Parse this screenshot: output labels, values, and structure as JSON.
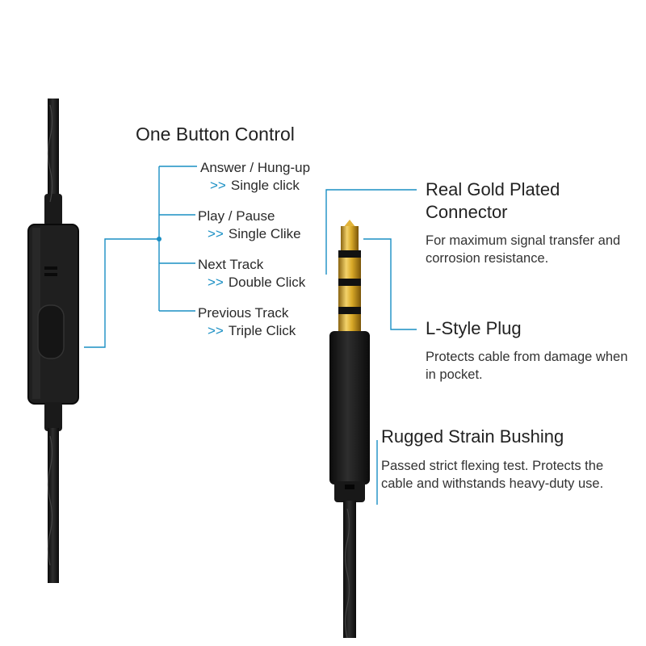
{
  "colors": {
    "leader_line": "#1a8fc4",
    "cable": "#1c1c1c",
    "gold": "#d9a928",
    "text": "#2a2a2a"
  },
  "one_button": {
    "title": "One Button Control",
    "arrow": ">>",
    "items": [
      {
        "action": "Answer / Hung-up",
        "click": "Single click"
      },
      {
        "action": "Play / Pause",
        "click": "Single Clike"
      },
      {
        "action": "Next Track",
        "click": "Double Click"
      },
      {
        "action": "Previous Track",
        "click": "Triple Click"
      }
    ]
  },
  "features": [
    {
      "title_line1": "Real Gold Plated",
      "title_line2": "Connector",
      "desc": "For maximum signal transfer and corrosion resistance."
    },
    {
      "title_line1": "L-Style Plug",
      "title_line2": "",
      "desc": "Protects cable from damage when in pocket."
    },
    {
      "title_line1": "Rugged Strain Bushing",
      "title_line2": "",
      "desc": "Passed strict flexing test. Protects the cable and withstands heavy-duty use."
    }
  ]
}
